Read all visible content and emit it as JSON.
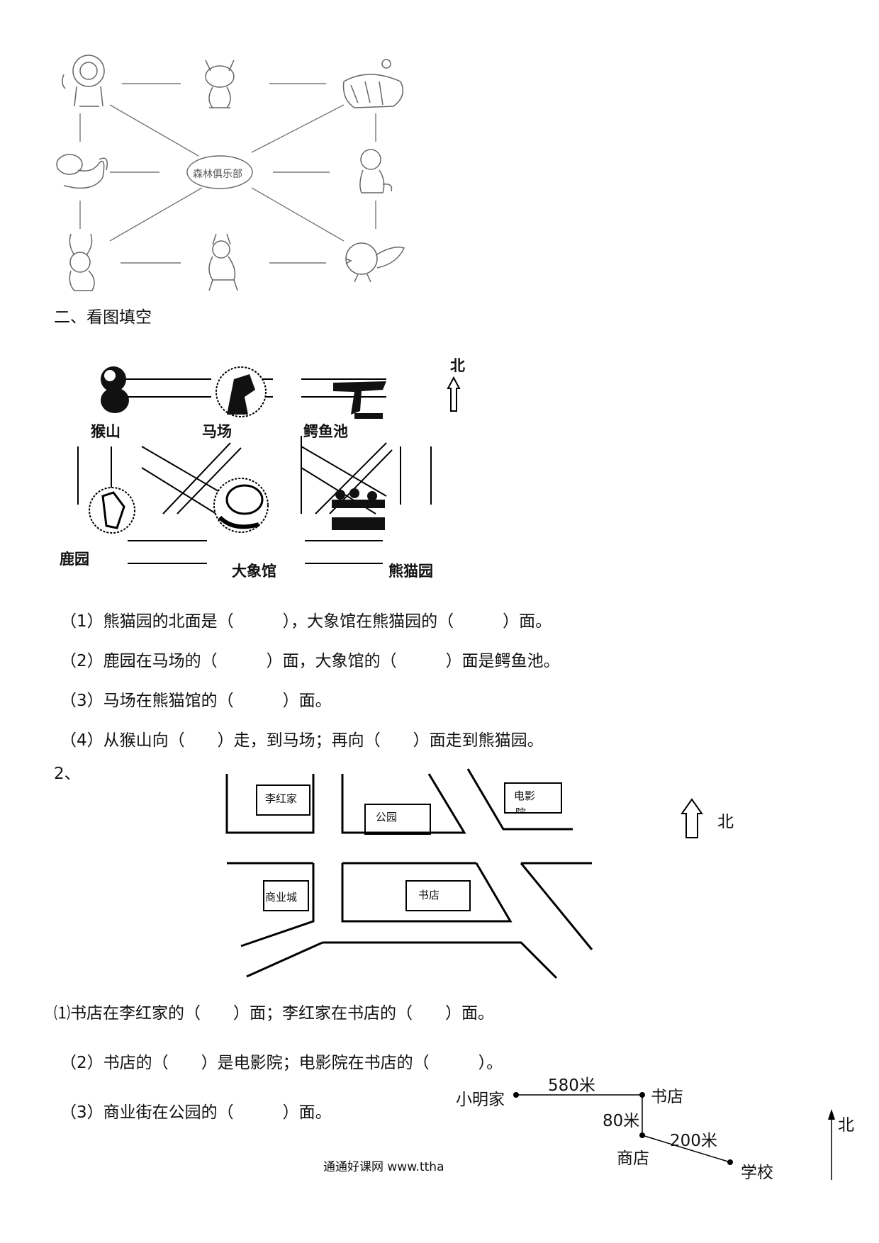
{
  "club_diagram": {
    "center_label": "森林俱乐部",
    "animals": [
      "lion-icon",
      "cat-icon",
      "tiger-icon",
      "dog-icon",
      "monkey-icon",
      "rabbit-icon",
      "deer-icon",
      "chick-icon"
    ]
  },
  "section2": {
    "heading": "二、看图填空",
    "zoo_map": {
      "north": "北",
      "labels": {
        "monkey_hill": "猴山",
        "horse_farm": "马场",
        "crocodile_pool": "鳄鱼池",
        "deer_park": "鹿园",
        "elephant_hall": "大象馆",
        "panda_park": "熊猫园"
      }
    },
    "questions": [
      "（1）熊猫园的北面是（　　　），大象馆在熊猫园的（　　　）面。",
      "（2）鹿园在马场的（　　　）面，大象馆的（　　　）面是鳄鱼池。",
      "（3）马场在熊猫馆的（　　　）面。",
      "（4）从猴山向（　　）走，到马场；再向（　　）面走到熊猫园。"
    ]
  },
  "section2b": {
    "number": "2、",
    "street_map": {
      "north": "北",
      "buildings": {
        "lihong_home": "李红家",
        "park": "公园",
        "cinema_line1": "电影",
        "cinema_line2": "院",
        "mall": "商业城",
        "bookstore": "书店"
      }
    },
    "questions": [
      "⑴书店在李红家的（　　）面；李红家在书店的（　　）面。",
      "（2）书店的（　　）是电影院；电影院在书店的（　　　）。",
      "（3）商业街在公园的（　　　）面。"
    ]
  },
  "route_map": {
    "xiaoming_home": "小明家",
    "dist_home_bookstore": "580米",
    "bookstore": "书店",
    "dist_bookstore_shop": "80米",
    "shop": "商店",
    "dist_shop_school": "200米",
    "school": "学校",
    "north": "北"
  },
  "footer": "通通好课网 www.ttha"
}
